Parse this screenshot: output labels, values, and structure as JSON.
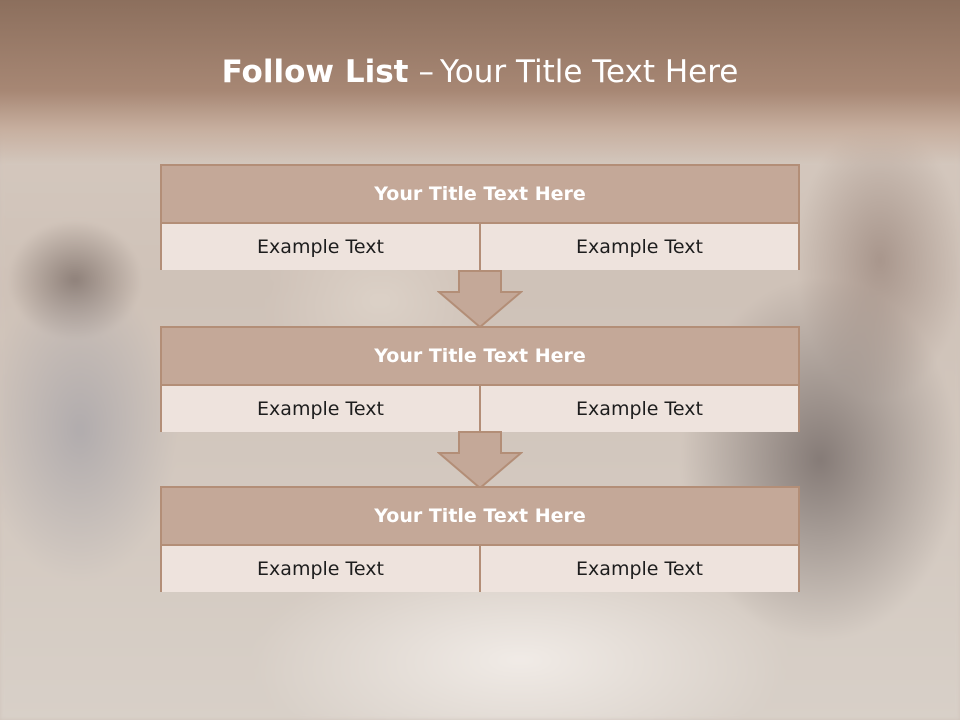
{
  "slide": {
    "title_strong": "Follow List",
    "title_dash": "–",
    "title_rest": "Your Title Text Here"
  },
  "steps": [
    {
      "title": "Your Title Text Here",
      "left": "Example Text",
      "right": "Example Text"
    },
    {
      "title": "Your Title Text Here",
      "left": "Example Text",
      "right": "Example Text"
    },
    {
      "title": "Your Title Text Here",
      "left": "Example Text",
      "right": "Example Text"
    }
  ],
  "colors": {
    "header_band": "#a78774",
    "box_header": "#c4a898",
    "box_border": "#b38e77",
    "cell_fill": "#eee3dd",
    "title_text": "#ffffff"
  }
}
